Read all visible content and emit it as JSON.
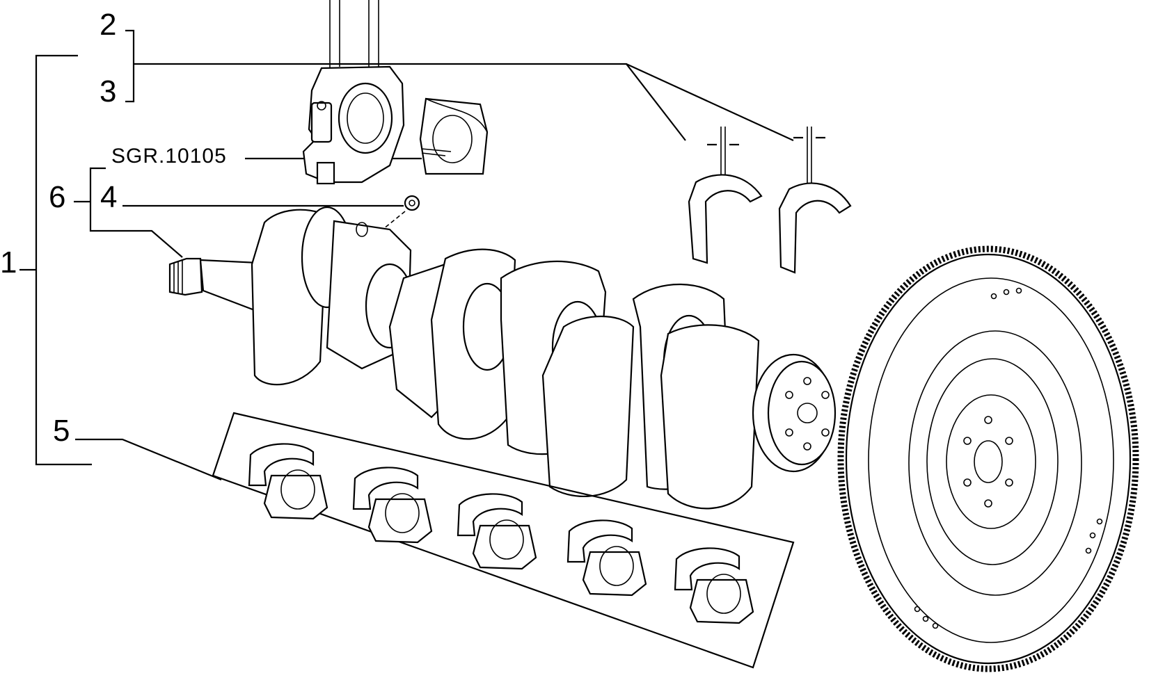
{
  "callouts": {
    "c1": "1",
    "c2": "2",
    "c3": "3",
    "c4": "4",
    "c5": "5",
    "c6": "6",
    "ref": "SGR.10105"
  },
  "parts": {
    "connecting_rod": "connecting-rod",
    "conrod_bearing": "conrod-bearing-shell",
    "thrust_washers": "thrust-washer",
    "crankshaft": "crankshaft",
    "main_bearings": "main-bearing-shell",
    "flywheel": "flywheel"
  },
  "colors": {
    "line": "#000000",
    "background": "#ffffff"
  }
}
